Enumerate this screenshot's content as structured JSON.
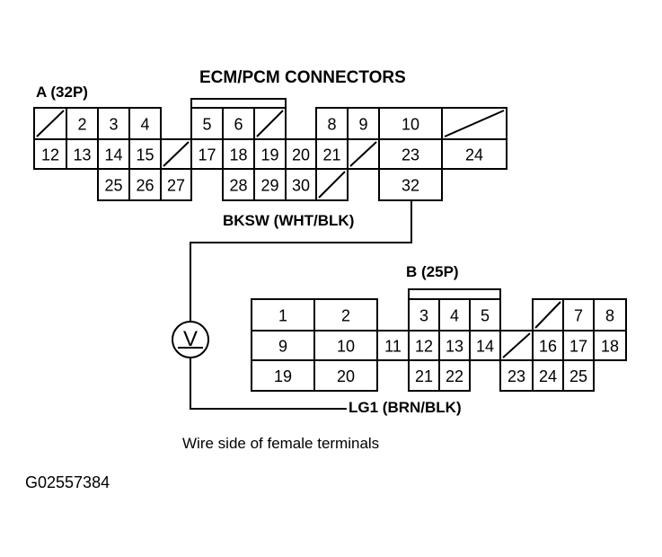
{
  "title": "ECM/PCM CONNECTORS",
  "connector_a": {
    "label": "A (32P)",
    "pins": [
      "2",
      "3",
      "4",
      "5",
      "6",
      "8",
      "9",
      "10",
      "12",
      "13",
      "14",
      "15",
      "17",
      "18",
      "19",
      "20",
      "21",
      "23",
      "24",
      "25",
      "26",
      "27",
      "28",
      "29",
      "30",
      "32"
    ]
  },
  "connector_b": {
    "label": "B (25P)",
    "pins": [
      "1",
      "2",
      "3",
      "4",
      "5",
      "7",
      "8",
      "9",
      "10",
      "11",
      "12",
      "13",
      "14",
      "16",
      "17",
      "18",
      "19",
      "20",
      "21",
      "22",
      "23",
      "24",
      "25"
    ]
  },
  "wire_top": "BKSW (WHT/BLK)",
  "wire_bottom": "LG1 (BRN/BLK)",
  "meter_symbol": "V",
  "caption": "Wire side of female terminals",
  "figure_code": "G02557384"
}
